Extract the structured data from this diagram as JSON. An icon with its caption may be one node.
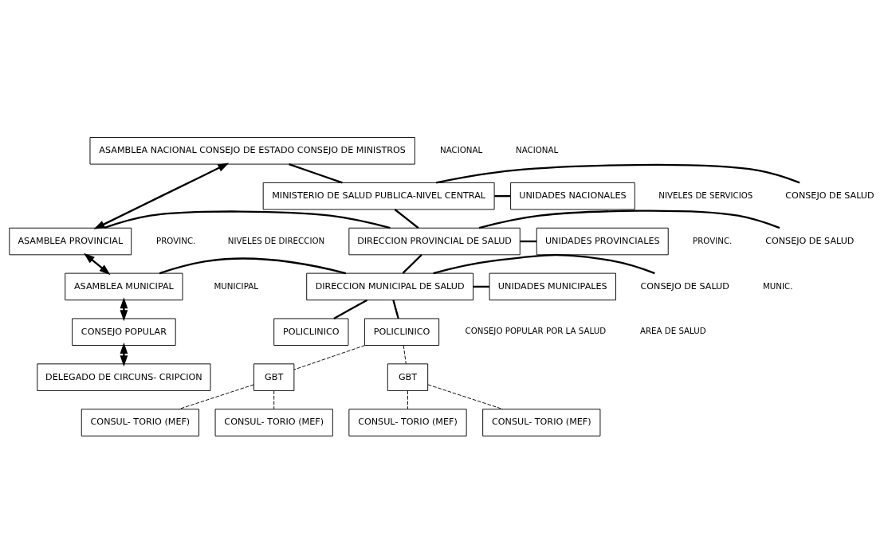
{
  "diagram": {
    "nodes": [
      {
        "text": [
          "ASAMBLEA NACIONAL CONSEJO DE ESTADO CONSEJO DE MINISTROS"
        ]
      },
      {
        "text": [
          "MINISTERIO DE SALUD PUBLICA-NIVEL CENTRAL"
        ]
      },
      {
        "text": [
          "ASAMBLEA PROVINCIAL"
        ]
      },
      {
        "text": [
          "DIRECCION PROVINCIAL DE SALUD"
        ]
      },
      {
        "text": [
          "ASAMBLEA MUNICIPAL"
        ]
      },
      {
        "text": [
          "DIRECCION MUNICIPAL DE SALUD"
        ]
      },
      {
        "text": [
          "CONSEJO POPULAR"
        ]
      },
      {
        "text": [
          "DELEGADO DE CIRCUNS- CRIPCION"
        ]
      },
      {
        "text": [
          "POLICLINICO"
        ]
      },
      {
        "text": [
          "POLICLINICO"
        ]
      },
      {
        "text": [
          "GBT"
        ]
      },
      {
        "text": [
          "GBT"
        ]
      },
      {
        "text": [
          "CONSUL- TORIO (MEF)"
        ]
      },
      {
        "text": [
          "CONSUL- TORIO (MEF)"
        ]
      },
      {
        "text": [
          "CONSUL- TORIO (MEF)"
        ]
      },
      {
        "text": [
          "CONSUL- TORIO (MEF)"
        ]
      },
      {
        "text": [
          "CONSEJO DE SALUD"
        ]
      },
      {
        "text": [
          "UNIDADES NACIONALES"
        ]
      },
      {
        "text": [
          "CONSEJO DE SALUD"
        ]
      },
      {
        "text": [
          "UNIDADES PROVINCIALES"
        ]
      },
      {
        "text": [
          "CONSEJO DE SALUD"
        ]
      },
      {
        "text": [
          "UNIDADES MUNICIPALES"
        ]
      }
    ],
    "edges": [
      {
        "from": 0,
        "to": 2,
        "arrow": "both"
      },
      {
        "from": 0,
        "to": 1,
        "arrow": "none"
      },
      {
        "from": 1,
        "to": 3,
        "arrow": "none"
      },
      {
        "from": 3,
        "to": 5,
        "arrow": "none"
      },
      {
        "from": 2,
        "to": 3,
        "arrow": "none"
      },
      {
        "from": 4,
        "to": 5,
        "arrow": "none"
      },
      {
        "from": 2,
        "to": 4,
        "arrow": "both"
      },
      {
        "from": 4,
        "to": 6,
        "arrow": "both"
      },
      {
        "from": 6,
        "to": 7,
        "arrow": "both"
      },
      {
        "from": 5,
        "to": 8,
        "arrow": "none"
      },
      {
        "from": 5,
        "to": 9,
        "arrow": "none"
      },
      {
        "from": 8,
        "to": 10,
        "arrow": "none",
        "style": "dashed"
      },
      {
        "from": 8,
        "to": 11,
        "arrow": "none",
        "style": "dashed"
      },
      {
        "from": 10,
        "to": 12,
        "arrow": "none",
        "style": "dashed"
      },
      {
        "from": 10,
        "to": 13,
        "arrow": "none",
        "style": "dashed"
      },
      {
        "from": 11,
        "to": 14,
        "arrow": "none",
        "style": "dashed"
      },
      {
        "from": 11,
        "to": 15,
        "arrow": "none",
        "style": "dashed"
      },
      {
        "from": 1,
        "to": 16,
        "arrow": "none"
      },
      {
        "from": 1,
        "to": 17,
        "arrow": "none"
      },
      {
        "from": 3,
        "to": 18,
        "arrow": "none"
      },
      {
        "from": 3,
        "to": 19,
        "arrow": "none"
      },
      {
        "from": 5,
        "to": 20,
        "arrow": "none"
      },
      {
        "from": 5,
        "to": 21,
        "arrow": "none"
      }
    ],
    "labels": [
      "NIVELES DE DIRECCION",
      "NACIONAL",
      "PROVINC.",
      "MUNICIPAL",
      "CONSEJO POPULAR POR LA SALUD",
      "NACIONAL",
      "PROVINC.",
      "MUNIC.",
      "AREA DE SALUD",
      "NIVELES DE SERVICIOS"
    ]
  }
}
